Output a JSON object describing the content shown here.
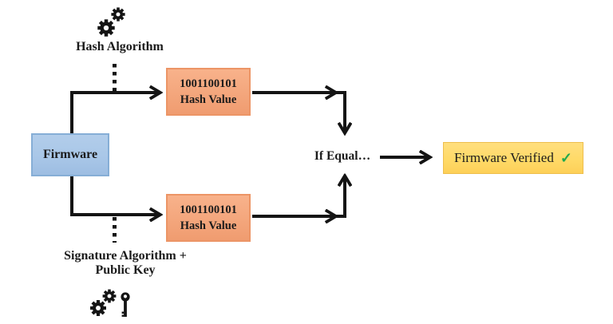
{
  "colors": {
    "background": "#ffffff",
    "firmware_box_fill": "#a9c7e8",
    "firmware_box_border": "#86aed6",
    "hash_box_fill_top": "#f8b28b",
    "hash_box_fill_bottom": "#f09c70",
    "hash_box_border": "#ec9566",
    "verified_box_fill": "#ffd966",
    "verified_box_border": "#eebe4d",
    "check_green": "#21a94f",
    "line_black": "#141414"
  },
  "diagram": {
    "type": "flowchart",
    "subject": "firmware-signature-verification",
    "labels": {
      "hash_algorithm": "Hash Algorithm",
      "signature_line1": "Signature Algorithm +",
      "signature_line2": "Public Key",
      "if_equal": "If Equal…"
    },
    "nodes": {
      "firmware": {
        "label": "Firmware"
      },
      "hash_value_top": {
        "line1": "1001100101",
        "line2": "Hash Value"
      },
      "hash_value_bottom": {
        "line1": "1001100101",
        "line2": "Hash Value"
      },
      "firmware_verified": {
        "label": "Firmware Verified",
        "check_icon": "✓"
      }
    },
    "icons": {
      "hash_algorithm_icon": "gears-icon",
      "signature_algorithm_icon": "gears-and-key-icon"
    }
  }
}
